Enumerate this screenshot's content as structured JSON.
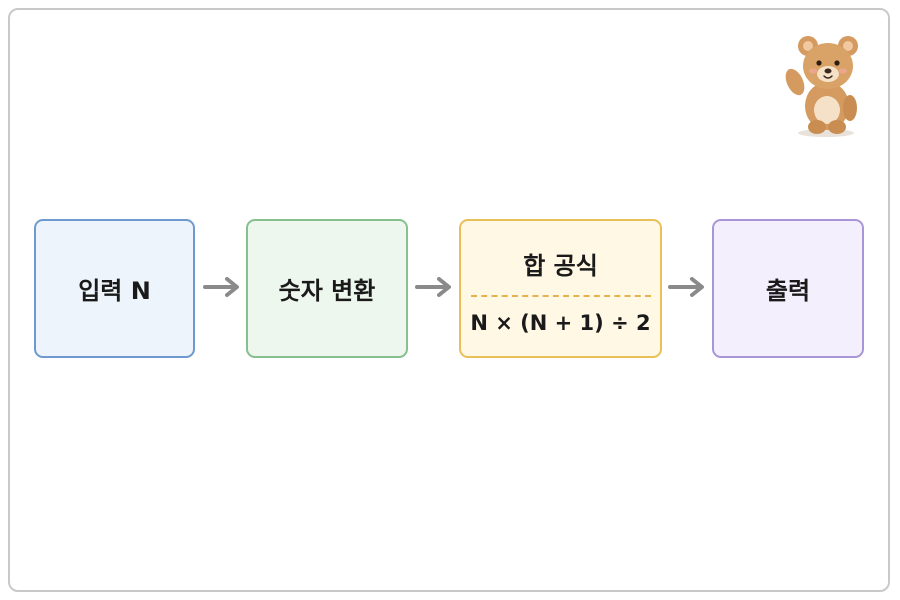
{
  "diagram": {
    "nodes": [
      {
        "id": "input",
        "label": "입력 N"
      },
      {
        "id": "convert",
        "label": "숫자 변환"
      },
      {
        "id": "formula",
        "label": "합 공식",
        "expression": "N × (N + 1) ÷ 2"
      },
      {
        "id": "output",
        "label": "출력"
      }
    ],
    "edges": [
      {
        "from": "input",
        "to": "convert"
      },
      {
        "from": "convert",
        "to": "formula"
      },
      {
        "from": "formula",
        "to": "output"
      }
    ]
  },
  "colors": {
    "input_fill": "#eef4fb",
    "input_border": "#6f9ad0",
    "convert_fill": "#eef7ee",
    "convert_border": "#86c08d",
    "formula_fill": "#fff8e5",
    "formula_border": "#e9bf57",
    "output_fill": "#f3effc",
    "output_border": "#a996d6",
    "arrow": "#8a8a8a"
  },
  "decoration": {
    "mascot": "waving-teddy-bear-icon"
  }
}
